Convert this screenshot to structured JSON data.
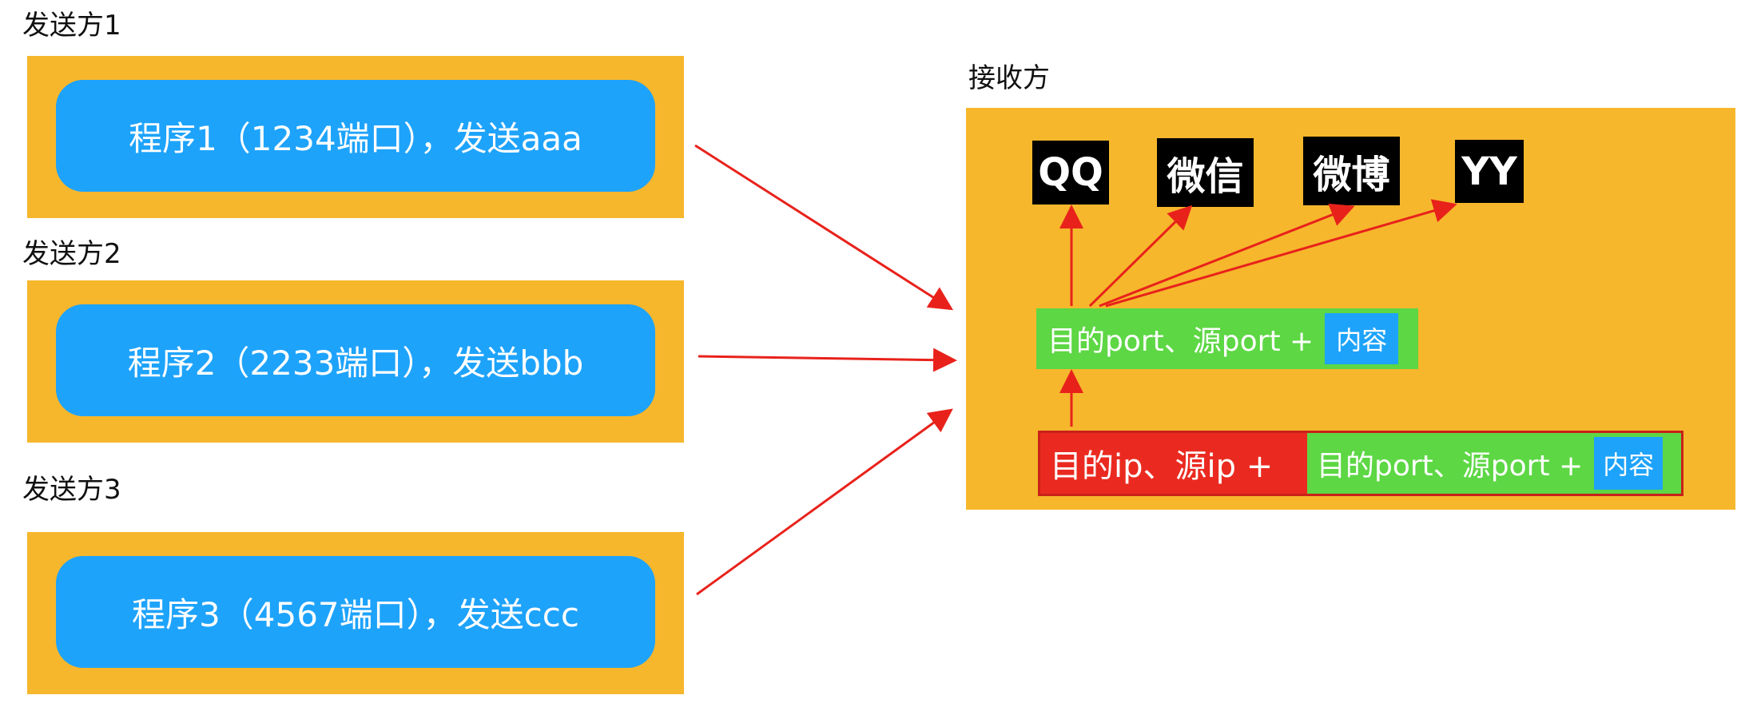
{
  "senders": [
    {
      "label": "发送方1",
      "program": "程序1（1234端口），发送aaa"
    },
    {
      "label": "发送方2",
      "program": "程序2（2233端口），发送bbb"
    },
    {
      "label": "发送方3",
      "program": "程序3（4567端口），发送ccc"
    }
  ],
  "receiver": {
    "label": "接收方",
    "apps": [
      "QQ",
      "微信",
      "微博",
      "YY"
    ],
    "transport_layer": {
      "text": "目的port、源port +",
      "content": "内容"
    },
    "network_layer": {
      "text": "目的ip、源ip +",
      "inner_text": "目的port、源port +",
      "content": "内容"
    }
  },
  "colors": {
    "panel": "#f6b72c",
    "program": "#1ea3fb",
    "app": "#000000",
    "transport": "#5dd744",
    "network": "#ea2a20",
    "arrow": "#e8221b"
  }
}
